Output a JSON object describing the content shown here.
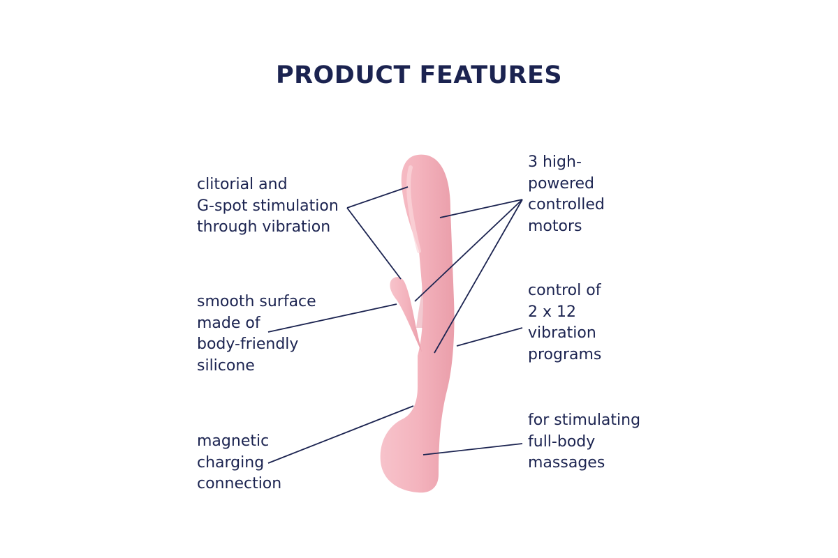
{
  "title": "PRODUCT FEATURES",
  "colors": {
    "text": "#1b2350",
    "product": "#f4b6bf",
    "background": "#ffffff"
  },
  "features": [
    {
      "lines": [
        "clitorial and",
        "G-spot stimulation",
        "through vibration"
      ]
    },
    {
      "lines": [
        "smooth surface",
        "made of",
        "body-friendly",
        "silicone"
      ]
    },
    {
      "lines": [
        "magnetic",
        "charging",
        "connection"
      ]
    },
    {
      "lines": [
        "3 high-",
        "powered",
        "controlled",
        "motors"
      ]
    },
    {
      "lines": [
        "control of",
        "2 x 12",
        "vibration",
        "programs"
      ]
    },
    {
      "lines": [
        "for stimulating",
        "full-body",
        "massages"
      ]
    }
  ]
}
